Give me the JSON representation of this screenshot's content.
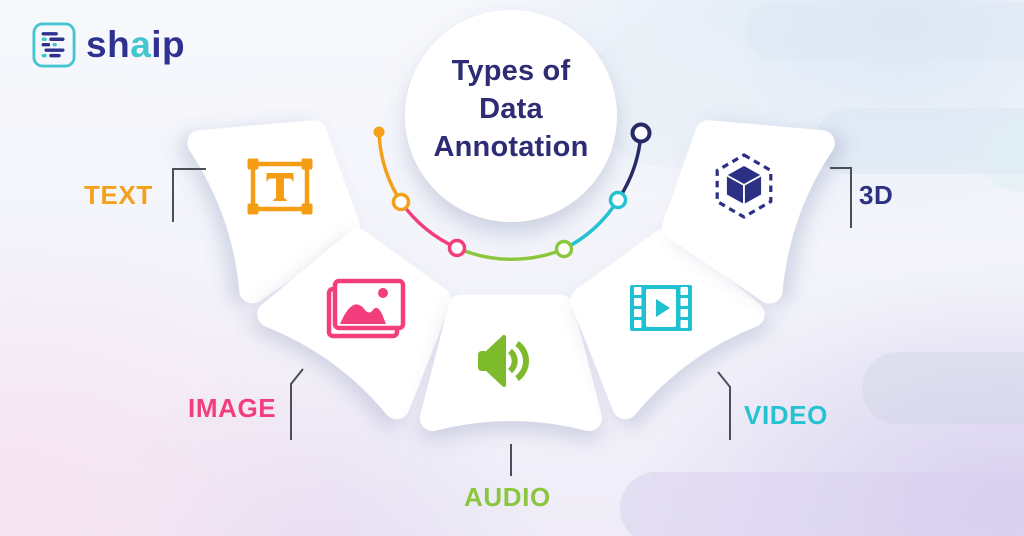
{
  "logo": {
    "sh": "sh",
    "a": "a",
    "ip": "ip"
  },
  "center": {
    "title": "Types of\nData\nAnnotation"
  },
  "categories": [
    {
      "label": "TEXT",
      "color": "#F5A01B",
      "icon": "text-selection-icon"
    },
    {
      "label": "IMAGE",
      "color": "#F23E7C",
      "icon": "image-photos-icon"
    },
    {
      "label": "AUDIO",
      "color": "#8CC63E",
      "icon": "audio-speaker-icon"
    },
    {
      "label": "VIDEO",
      "color": "#25C3D2",
      "icon": "video-filmstrip-icon"
    },
    {
      "label": "3D",
      "color": "#2C3180",
      "icon": "cube-3d-icon"
    }
  ],
  "arc": {
    "segment_colors": [
      "#F5A01B",
      "#F23E7C",
      "#8CC63E",
      "#25C3D2",
      "#262B66"
    ]
  }
}
